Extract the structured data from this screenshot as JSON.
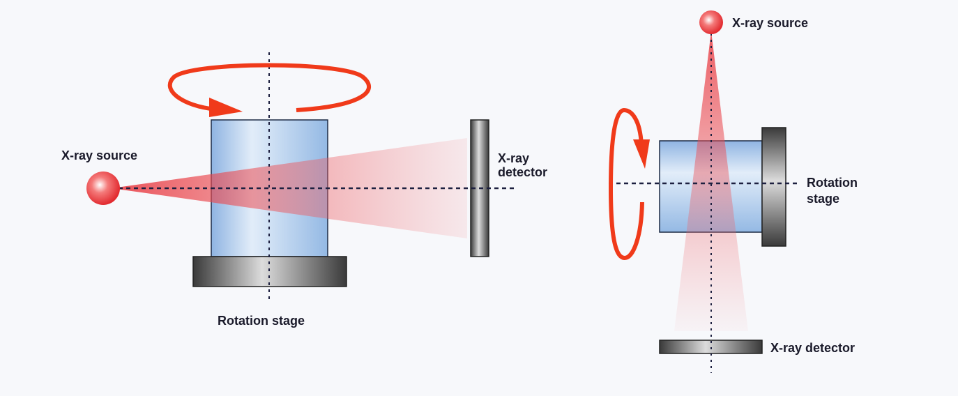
{
  "left_view": {
    "source_label": "X-ray source",
    "detector_label_line1": "X-ray",
    "detector_label_line2": "detector",
    "stage_label": "Rotation stage"
  },
  "right_view": {
    "source_label": "X-ray source",
    "stage_label_line1": "Rotation",
    "stage_label_line2": "stage",
    "detector_label": "X-ray detector"
  },
  "colors": {
    "beam": "#e8333a",
    "arrow": "#f03a1a",
    "sample": "#a9c8ea",
    "stage": "#555555",
    "background": "#f7f8fb"
  }
}
